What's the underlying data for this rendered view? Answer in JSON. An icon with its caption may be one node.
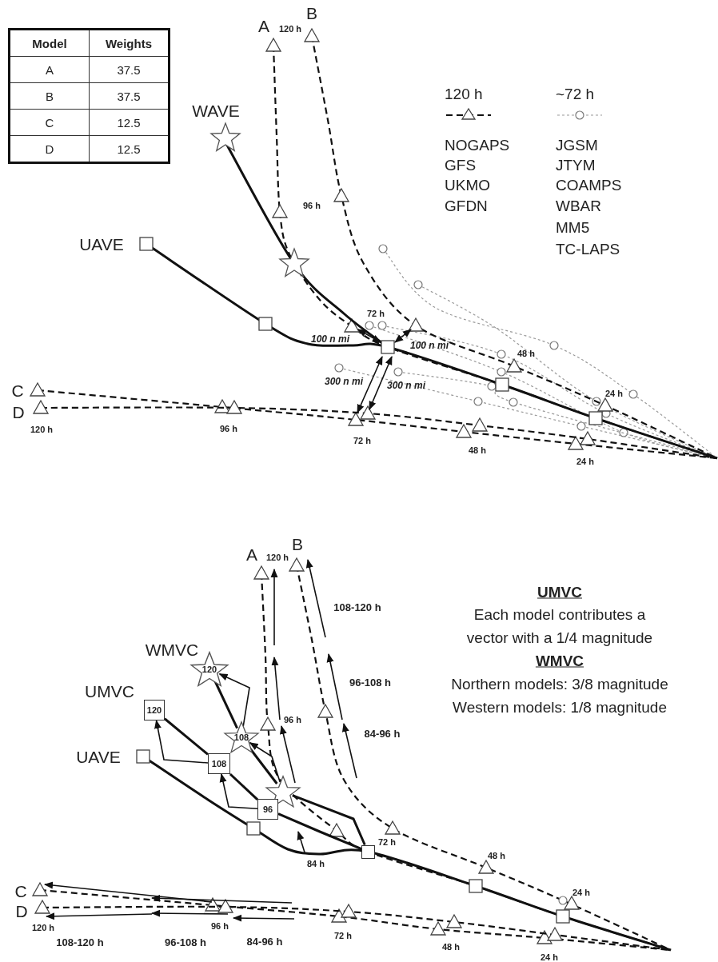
{
  "diagram": {
    "nodes": [
      {
        "text": [
          "120"
        ]
      },
      {
        "text": [
          "108"
        ]
      },
      {
        "text": [
          "96"
        ]
      },
      {
        "text": [
          "120"
        ]
      },
      {
        "text": [
          "108"
        ]
      },
      {
        "text": [],
        "shape": "star"
      },
      {
        "text": [],
        "shape": "box"
      }
    ],
    "edges": [
      {
        "from": 2,
        "to": 1,
        "arrow": "none"
      },
      {
        "from": 1,
        "to": 0,
        "arrow": "none"
      },
      {
        "from": 5,
        "to": 4,
        "arrow": "none"
      },
      {
        "from": 4,
        "to": 3,
        "arrow": "none"
      },
      {
        "from": 2,
        "to": 1,
        "arrow": "to"
      },
      {
        "from": 1,
        "to": 0,
        "arrow": "to"
      },
      {
        "from": 5,
        "to": 4,
        "arrow": "to"
      },
      {
        "from": 4,
        "to": 3,
        "arrow": "to"
      },
      {
        "from": 6,
        "to": 2,
        "arrow": "none"
      },
      {
        "from": 6,
        "to": 5,
        "arrow": "none"
      }
    ],
    "labels": [
      "Model",
      "Weights",
      "A",
      "37.5",
      "B",
      "37.5",
      "C",
      "12.5",
      "D",
      "12.5",
      "A",
      "120 h",
      "B",
      "WAVE",
      "96 h",
      "NOGAPS",
      "JGSM",
      "GFS",
      "JTYM",
      "UKMO",
      "COAMPS",
      "GFDN",
      "WBAR",
      "MM5",
      "UAVE",
      "TC-LAPS",
      "72 h",
      "100 n mi",
      "100 n mi",
      "48 h",
      "300 n mi",
      "300 n mi",
      "C",
      "24 h",
      "D",
      "120 h",
      "96 h",
      "72 h",
      "48 h",
      "24 h",
      "B",
      "A",
      "120 h",
      "UMVC",
      "108-120 h",
      "Each model contributes a",
      "vector with a 1/4 magnitude",
      "WMVC",
      "WMVC",
      "96-108 h",
      "Northern models: 3/8 magnitude",
      "UMVC",
      "Western models: 1/8 magnitude",
      "96 h",
      "84-96 h",
      "UAVE",
      "72 h",
      "48 h",
      "84 h",
      "C",
      "24 h",
      "D",
      "120 h",
      "96 h",
      "72 h",
      "108-120 h",
      "96-108 h",
      "84-96 h",
      "48 h",
      "24 h"
    ],
    "legend": [
      {
        "text": "120 h"
      },
      {
        "text": "~72 h"
      }
    ]
  }
}
